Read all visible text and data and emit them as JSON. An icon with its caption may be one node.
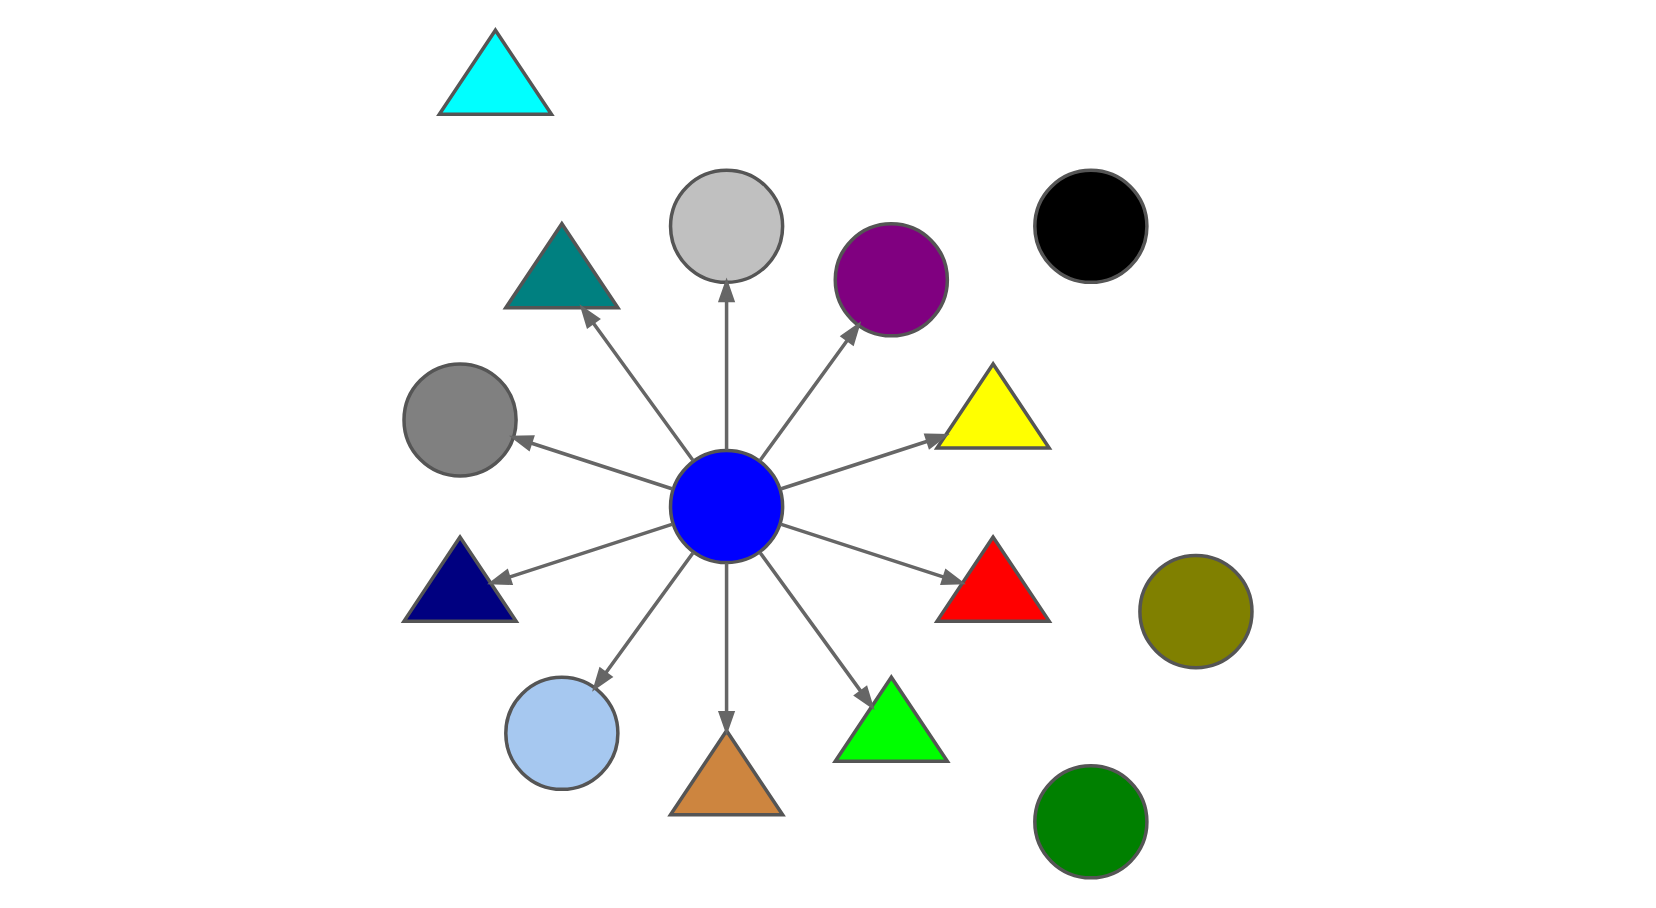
{
  "diagram": {
    "nodes": [
      {
        "text": [],
        "shape": "circle"
      },
      {
        "text": [],
        "shape": "triangle"
      },
      {
        "text": [],
        "shape": "circle"
      },
      {
        "text": [],
        "shape": "circle"
      },
      {
        "text": [],
        "shape": "triangle"
      },
      {
        "text": [],
        "shape": "circle"
      },
      {
        "text": [],
        "shape": "circle"
      },
      {
        "text": [],
        "shape": "triangle"
      },
      {
        "text": [],
        "shape": "circle"
      },
      {
        "text": [],
        "shape": "circle"
      },
      {
        "text": [],
        "shape": "triangle"
      },
      {
        "text": [],
        "shape": "circle"
      },
      {
        "text": [],
        "shape": "triangle"
      },
      {
        "text": [],
        "shape": "triangle"
      },
      {
        "text": [],
        "shape": "triangle"
      }
    ],
    "edges": [
      {
        "from": 9,
        "to": 4,
        "arrow": "to"
      },
      {
        "from": 9,
        "to": 5,
        "arrow": "to"
      },
      {
        "from": 9,
        "to": 6,
        "arrow": "to"
      },
      {
        "from": 9,
        "to": 7,
        "arrow": "to"
      },
      {
        "from": 9,
        "to": 8,
        "arrow": "to"
      },
      {
        "from": 9,
        "to": 10,
        "arrow": "to"
      },
      {
        "from": 9,
        "to": 11,
        "arrow": "to"
      },
      {
        "from": 9,
        "to": 12,
        "arrow": "to"
      },
      {
        "from": 9,
        "to": 13,
        "arrow": "to"
      },
      {
        "from": 9,
        "to": 14,
        "arrow": "to"
      }
    ]
  }
}
